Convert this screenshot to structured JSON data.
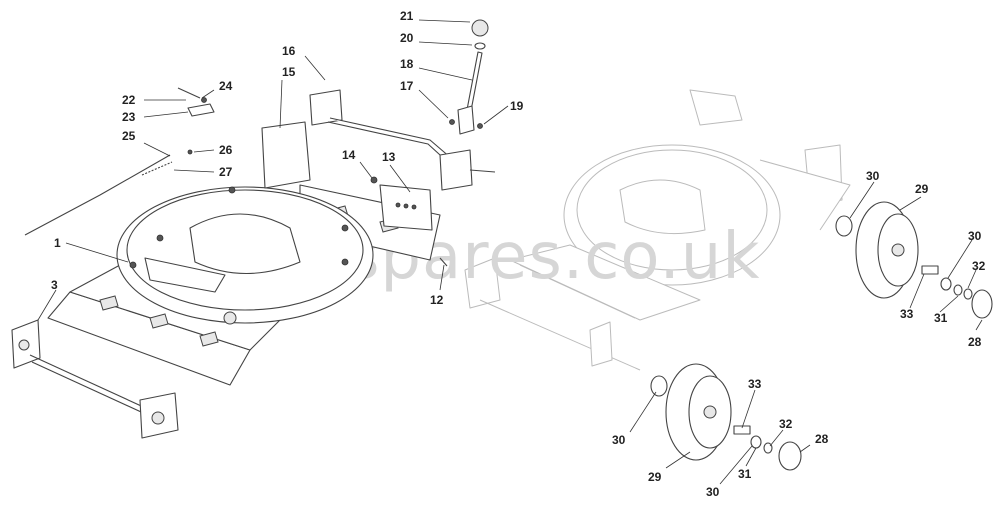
{
  "watermark": "stigaspares.co.uk",
  "callouts": [
    {
      "id": "c21",
      "text": "21"
    },
    {
      "id": "c20",
      "text": "20"
    },
    {
      "id": "c18",
      "text": "18"
    },
    {
      "id": "c17",
      "text": "17"
    },
    {
      "id": "c19",
      "text": "19"
    },
    {
      "id": "c16",
      "text": "16"
    },
    {
      "id": "c15",
      "text": "15"
    },
    {
      "id": "c24",
      "text": "24"
    },
    {
      "id": "c22",
      "text": "22"
    },
    {
      "id": "c23",
      "text": "23"
    },
    {
      "id": "c25",
      "text": "25"
    },
    {
      "id": "c26",
      "text": "26"
    },
    {
      "id": "c27",
      "text": "27"
    },
    {
      "id": "c14",
      "text": "14"
    },
    {
      "id": "c13",
      "text": "13"
    },
    {
      "id": "c1",
      "text": "1"
    },
    {
      "id": "c3",
      "text": "3"
    },
    {
      "id": "c12",
      "text": "12"
    },
    {
      "id": "c30a",
      "text": "30"
    },
    {
      "id": "c29a",
      "text": "29"
    },
    {
      "id": "c30b",
      "text": "30"
    },
    {
      "id": "c32a",
      "text": "32"
    },
    {
      "id": "c33a",
      "text": "33"
    },
    {
      "id": "c31a",
      "text": "31"
    },
    {
      "id": "c28a",
      "text": "28"
    },
    {
      "id": "c33b",
      "text": "33"
    },
    {
      "id": "c30c",
      "text": "30"
    },
    {
      "id": "c32b",
      "text": "32"
    },
    {
      "id": "c28b",
      "text": "28"
    },
    {
      "id": "c29b",
      "text": "29"
    },
    {
      "id": "c31b",
      "text": "31"
    },
    {
      "id": "c30d",
      "text": "30"
    }
  ]
}
